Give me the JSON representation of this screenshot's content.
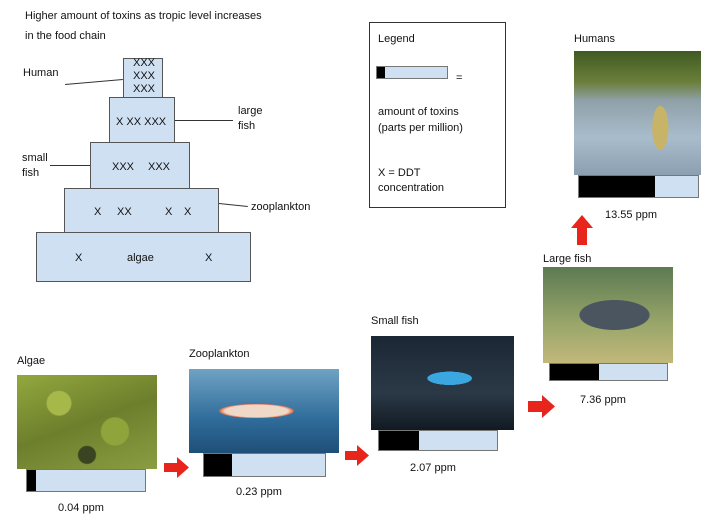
{
  "title": {
    "line1": "Higher amount of toxins as tropic level increases",
    "line2": "in the food chain"
  },
  "pyramid": {
    "tiers": [
      {
        "name": "Human",
        "marks": [
          "XXX",
          "XXX",
          "XXX"
        ]
      },
      {
        "name": "large fish",
        "marks": "X XX XXX"
      },
      {
        "name": "small fish",
        "marks": [
          "XXX",
          "XXX"
        ]
      },
      {
        "name": "zooplankton",
        "marks": [
          "X",
          "XX",
          "X",
          "X"
        ]
      },
      {
        "name": "algae",
        "marks": [
          "X",
          "algae",
          "X"
        ]
      }
    ],
    "labels": {
      "human": "Human",
      "large_fish_1": "large",
      "large_fish_2": "fish",
      "small_fish_1": "small",
      "small_fish_2": "fish",
      "zooplankton": "zooplankton"
    }
  },
  "legend": {
    "title": "Legend",
    "equals": "=",
    "desc1": "amount of toxins",
    "desc2": "(parts per million)",
    "x1": "X = DDT",
    "x2": "concentration",
    "sample_fraction": 0.12
  },
  "chain": [
    {
      "label": "Algae",
      "ppm": "0.04 ppm",
      "fraction": 0.08
    },
    {
      "label": "Zooplankton",
      "ppm": "0.23 ppm",
      "fraction": 0.23
    },
    {
      "label": "Small fish",
      "ppm": "2.07 ppm",
      "fraction": 0.34
    },
    {
      "label": "Large fish",
      "ppm": "7.36 ppm",
      "fraction": 0.42
    },
    {
      "label": "Humans",
      "ppm": "13.55 ppm",
      "fraction": 0.64
    }
  ],
  "colors": {
    "tier": "#cfe0f3",
    "arrow": "#e8251d"
  }
}
